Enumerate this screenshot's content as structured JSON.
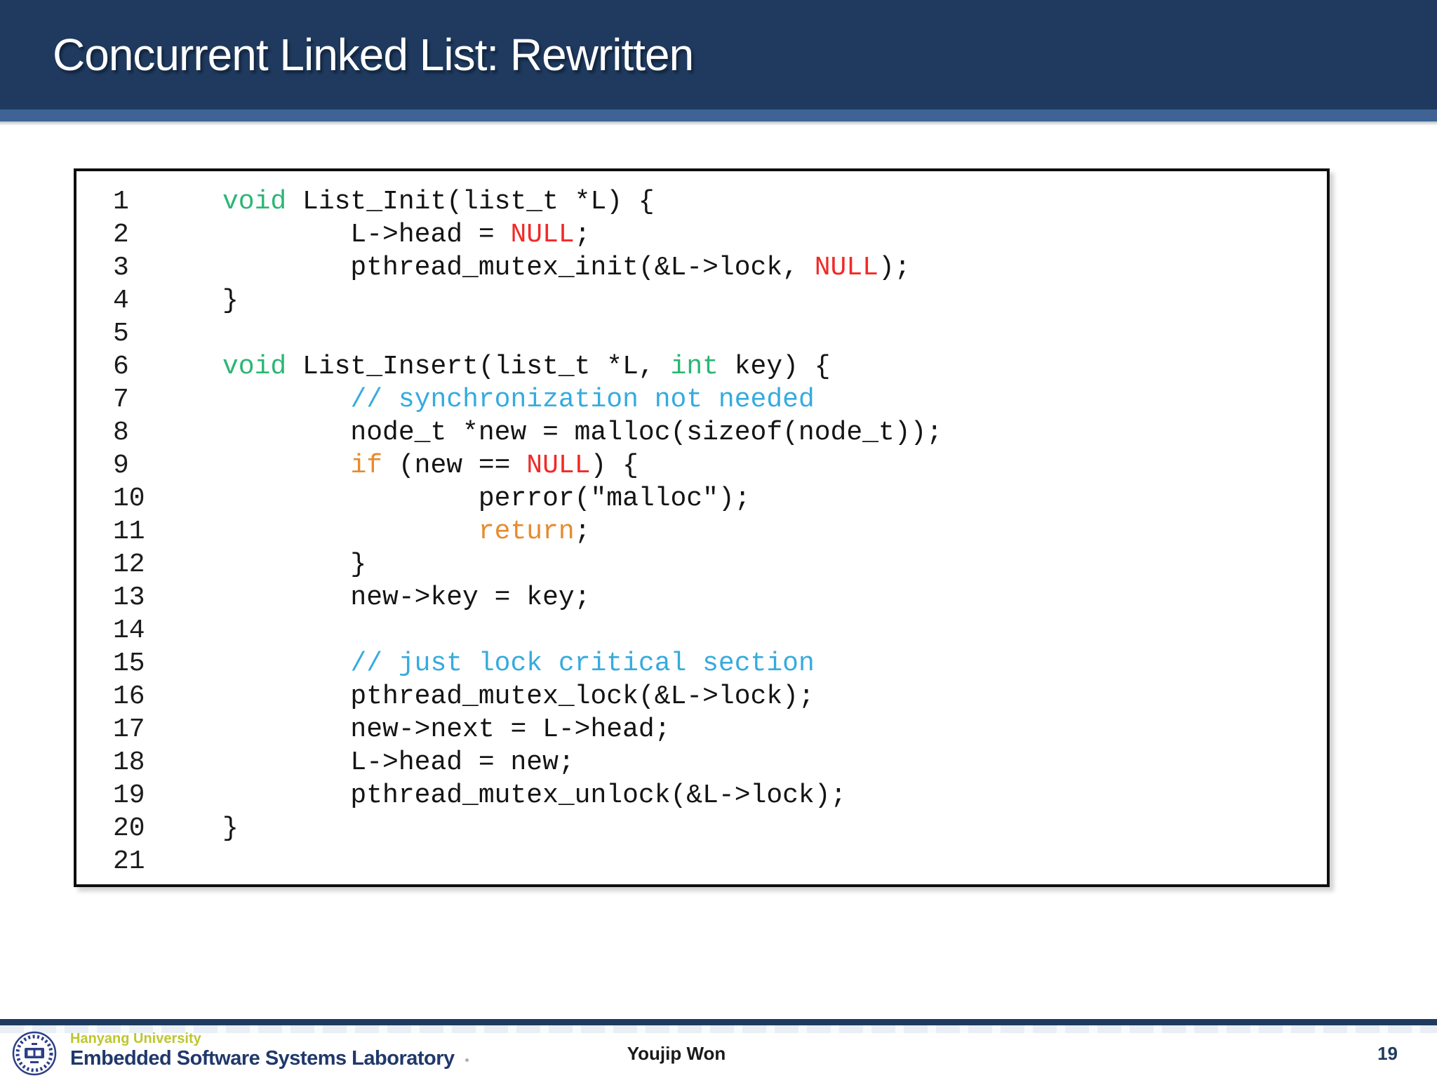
{
  "header": {
    "title": "Concurrent Linked List: Rewritten"
  },
  "code_panel": {
    "lines": [
      {
        "no": "1",
        "segs": [
          [
            "kw",
            "void"
          ],
          [
            "pl",
            " List_Init(list_t *L) {"
          ]
        ]
      },
      {
        "no": "2",
        "segs": [
          [
            "pl",
            "        L->head = "
          ],
          [
            "nul",
            "NULL"
          ],
          [
            "pl",
            ";"
          ]
        ]
      },
      {
        "no": "3",
        "segs": [
          [
            "pl",
            "        pthread_mutex_init(&L->lock, "
          ],
          [
            "nul",
            "NULL"
          ],
          [
            "pl",
            ");"
          ]
        ]
      },
      {
        "no": "4",
        "segs": [
          [
            "pl",
            "}"
          ]
        ]
      },
      {
        "no": "5",
        "segs": []
      },
      {
        "no": "6",
        "segs": [
          [
            "kw",
            "void"
          ],
          [
            "pl",
            " List_Insert(list_t *L, "
          ],
          [
            "kw",
            "int"
          ],
          [
            "pl",
            " key) {"
          ]
        ]
      },
      {
        "no": "7",
        "segs": [
          [
            "pl",
            "        "
          ],
          [
            "cm",
            "// synchronization not needed"
          ]
        ]
      },
      {
        "no": "8",
        "segs": [
          [
            "pl",
            "        node_t *new = malloc(sizeof(node_t));"
          ]
        ]
      },
      {
        "no": "9",
        "segs": [
          [
            "pl",
            "        "
          ],
          [
            "ct",
            "if"
          ],
          [
            "pl",
            " (new == "
          ],
          [
            "nul",
            "NULL"
          ],
          [
            "pl",
            ") {"
          ]
        ]
      },
      {
        "no": "10",
        "segs": [
          [
            "pl",
            "                perror(\"malloc\");"
          ]
        ]
      },
      {
        "no": "11",
        "segs": [
          [
            "pl",
            "                "
          ],
          [
            "ct",
            "return"
          ],
          [
            "pl",
            ";"
          ]
        ]
      },
      {
        "no": "12",
        "segs": [
          [
            "pl",
            "        }"
          ]
        ]
      },
      {
        "no": "13",
        "segs": [
          [
            "pl",
            "        new->key = key;"
          ]
        ]
      },
      {
        "no": "14",
        "segs": []
      },
      {
        "no": "15",
        "segs": [
          [
            "pl",
            "        "
          ],
          [
            "cm",
            "// just lock critical section"
          ]
        ]
      },
      {
        "no": "16",
        "segs": [
          [
            "pl",
            "        pthread_mutex_lock(&L->lock);"
          ]
        ]
      },
      {
        "no": "17",
        "segs": [
          [
            "pl",
            "        new->next = L->head;"
          ]
        ]
      },
      {
        "no": "18",
        "segs": [
          [
            "pl",
            "        L->head = new;"
          ]
        ]
      },
      {
        "no": "19",
        "segs": [
          [
            "pl",
            "        pthread_mutex_unlock(&L->lock);"
          ]
        ]
      },
      {
        "no": "20",
        "segs": [
          [
            "pl",
            "}"
          ]
        ]
      },
      {
        "no": "21",
        "segs": []
      }
    ]
  },
  "footer": {
    "university": "Hanyang University",
    "lab": "Embedded Software Systems Laboratory",
    "author": "Youjip Won",
    "page_number": "19"
  },
  "colors": {
    "header-bg": "#1f3a5e",
    "stripe-color": "#3e6394",
    "title-color": "#ffffff",
    "code-text": "#141414",
    "keyword": "#2bb673",
    "null": "#f12a28",
    "comment": "#35abdf",
    "control": "#e78b2e",
    "university-color": "#bdc62e",
    "lab-color": "#20386b"
  }
}
